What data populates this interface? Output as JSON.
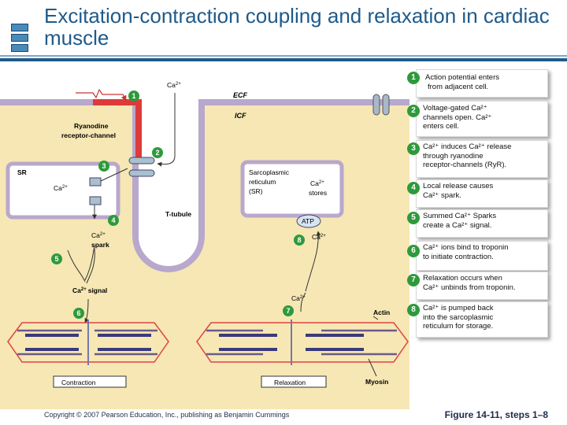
{
  "title": "Excitation-contraction coupling and relaxation in cardiac muscle",
  "labels": {
    "ca": "Ca",
    "ca_sup": "2+",
    "ecf": "ECF",
    "icf": "ICF",
    "ryanodine_line1": "Ryanodine",
    "ryanodine_line2": "receptor-channel",
    "sr": "SR",
    "sr_full_line1": "Sarcoplasmic",
    "sr_full_line2": "reticulum",
    "sr_full_line3": "(SR)",
    "stores": "stores",
    "t_tubule": "T-tubule",
    "atp": "ATP",
    "spark": "spark",
    "signal": "signal",
    "actin": "Actin",
    "myosin": "Myosin",
    "contraction": "Contraction",
    "relaxation": "Relaxation"
  },
  "steps": [
    {
      "num": "1",
      "line1": "Action potential enters",
      "line2": "from adjacent cell."
    },
    {
      "num": "2",
      "line1": "Voltage-gated Ca²⁺",
      "line2": "channels open. Ca²⁺",
      "line3": "enters cell."
    },
    {
      "num": "3",
      "line1": "Ca²⁺ induces Ca²⁺ release",
      "line2": "through ryanodine",
      "line3": "receptor-channels (RyR)."
    },
    {
      "num": "4",
      "line1": "Local release causes",
      "line2": "Ca²⁺ spark."
    },
    {
      "num": "5",
      "line1": "Summed Ca²⁺ Sparks",
      "line2": "create a Ca²⁺ signal."
    },
    {
      "num": "6",
      "line1": "Ca²⁺ ions bind to troponin",
      "line2": "to initiate contraction."
    },
    {
      "num": "7",
      "line1": "Relaxation occurs when",
      "line2": "Ca²⁺ unbinds from troponin."
    },
    {
      "num": "8",
      "line1": "Ca²⁺ is pumped back",
      "line2": "into the sarcoplasmic",
      "line3": "reticulum for storage."
    }
  ],
  "footer": {
    "copyright": "Copyright © 2007 Pearson Education, Inc., publishing as Benjamin Cummings",
    "figure": "Figure 14-11, steps 1–8"
  },
  "colors": {
    "cytoplasm": "#f6e7b4",
    "membrane": "#b8a8cc",
    "step_green": "#2e9a3b",
    "title_blue": "#1f5a8a"
  }
}
